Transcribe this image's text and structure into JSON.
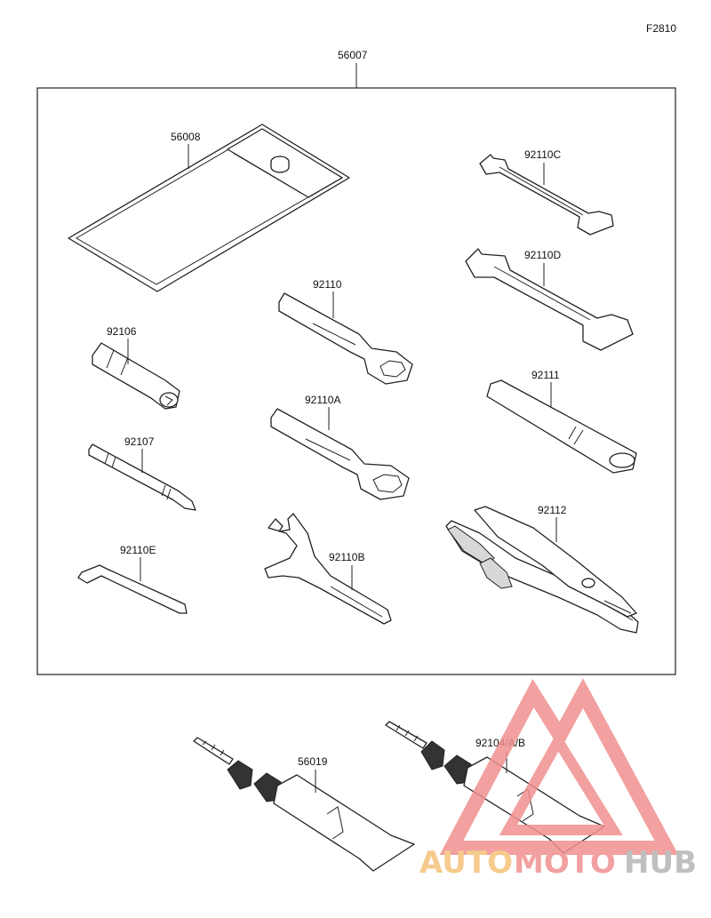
{
  "figure_code": "F2810",
  "kit": {
    "part_number": "56007"
  },
  "parts": {
    "p56008": "56008",
    "p92110C": "92110C",
    "p92110D": "92110D",
    "p92110": "92110",
    "p92106": "92106",
    "p92111": "92111",
    "p92110A": "92110A",
    "p92107": "92107",
    "p92112": "92112",
    "p92110E": "92110E",
    "p92110B": "92110B",
    "p56019": "56019",
    "p92104": "92104/A/B"
  },
  "watermark": {
    "part1": "AUTO",
    "part2": "MOTO",
    "part3": "HUB",
    "color_orange": "#f5c27a",
    "color_red": "#f09090",
    "color_gray": "#b4b4b4"
  }
}
